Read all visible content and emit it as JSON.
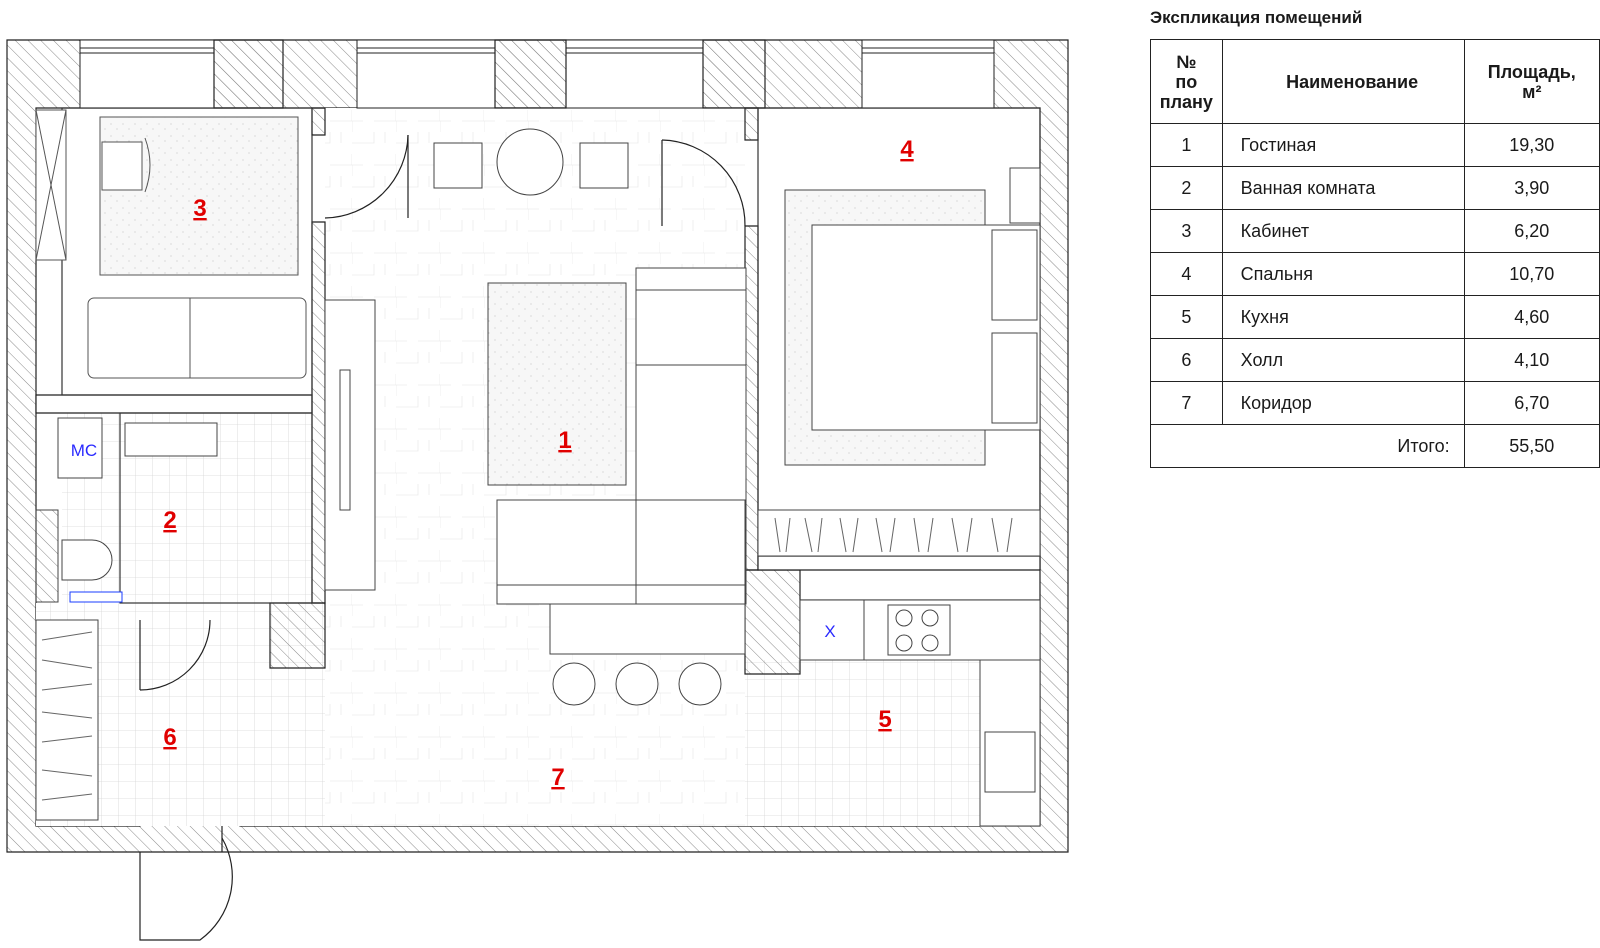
{
  "plan": {
    "rooms": [
      {
        "num": "1"
      },
      {
        "num": "2"
      },
      {
        "num": "3"
      },
      {
        "num": "4"
      },
      {
        "num": "5"
      },
      {
        "num": "6"
      },
      {
        "num": "7"
      }
    ],
    "wc_label": "МС",
    "stove_label": "X"
  },
  "table": {
    "title": "Экспликация помещений",
    "headers": {
      "num_line1": "№",
      "num_line2": "по",
      "num_line3": "плану",
      "name": "Наименование",
      "area_line1": "Площадь,",
      "area_line2": "м²"
    },
    "rows": [
      {
        "num": "1",
        "name": "Гостиная",
        "area": "19,30"
      },
      {
        "num": "2",
        "name": "Ванная комната",
        "area": "3,90"
      },
      {
        "num": "3",
        "name": "Кабинет",
        "area": "6,20"
      },
      {
        "num": "4",
        "name": "Спальня",
        "area": "10,70"
      },
      {
        "num": "5",
        "name": "Кухня",
        "area": "4,60"
      },
      {
        "num": "6",
        "name": "Холл",
        "area": "4,10"
      },
      {
        "num": "7",
        "name": "Коридор",
        "area": "6,70"
      }
    ],
    "total_label": "Итого:",
    "total_area": "55,50"
  }
}
